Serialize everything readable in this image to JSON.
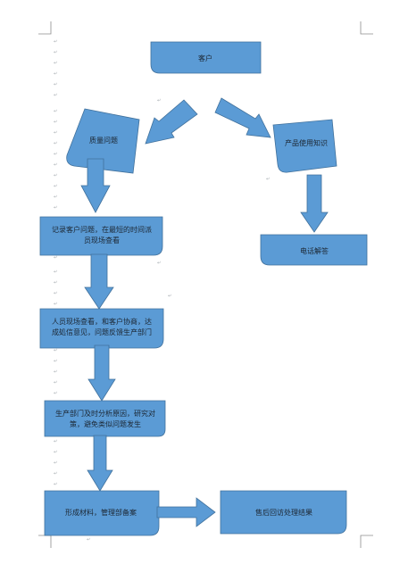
{
  "colors": {
    "shape_fill": "#5b9bd5",
    "shape_stroke": "#41719c",
    "text": "#1c2733",
    "corner_marks": "#8c8c8c"
  },
  "flowchart": {
    "customer": "客户",
    "quality_issue": "质量问题",
    "product_knowledge": "产品使用知识",
    "phone_answer": "电话解答",
    "record_lines": [
      "记录客户问题，在最短的时间派",
      "员现场查看"
    ],
    "onsite_lines": [
      "人员现场查看，和客户协商，达",
      "成処信意见，问题反馈生产部门"
    ],
    "production_lines": [
      "生产部门及时分析原因，研究对",
      "策，避免类似问题发生"
    ],
    "filing": "形成材料，管理部备案",
    "followup": "售后回访处理结果"
  },
  "paragraph_mark": "↵"
}
